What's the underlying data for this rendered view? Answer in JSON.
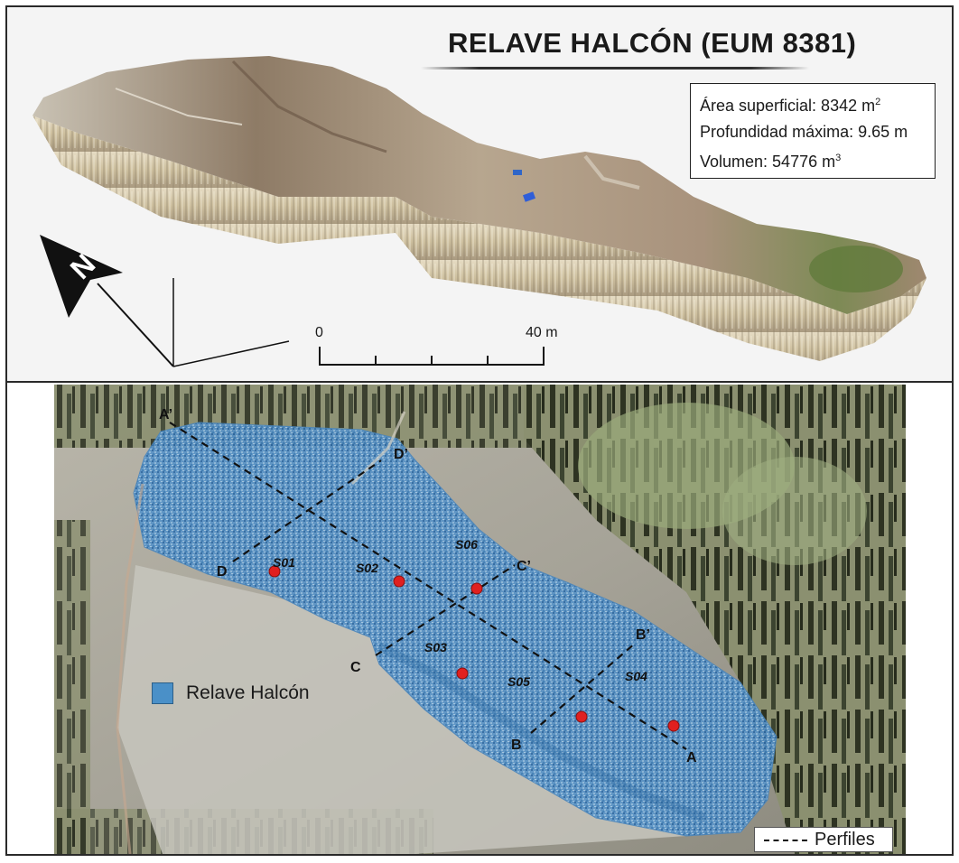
{
  "title": "Relave Halcón (EUM 8381)",
  "title_display": "RELAVE HALCÓN (EUM 8381)",
  "stats": {
    "area_label": "Área superficial: 8342 m",
    "area_exp": "2",
    "depth_label": "Profundidad máxima: 9.65 m",
    "volume_label": "Volumen: 54776 m",
    "volume_exp": "3"
  },
  "north_arrow": {
    "icon": "north-arrow-icon",
    "label": "N"
  },
  "scale_bar": {
    "start_label": "0",
    "end_label": "40 m",
    "divisions": 4
  },
  "legend": {
    "tailings": {
      "label": "Relave Halcón",
      "color": "#4a90c8"
    },
    "profiles": {
      "label": "Perfiles"
    }
  },
  "profiles": [
    {
      "start": "A",
      "end": "A’"
    },
    {
      "start": "B",
      "end": "B’"
    },
    {
      "start": "C",
      "end": "C’"
    },
    {
      "start": "D",
      "end": "D’"
    }
  ],
  "samples": [
    "S01",
    "S02",
    "S03",
    "S04",
    "S05",
    "S06"
  ],
  "colors": {
    "tailings": "#4a90c8",
    "sample_point": "#e02020",
    "frame": "#2a2a2a"
  }
}
